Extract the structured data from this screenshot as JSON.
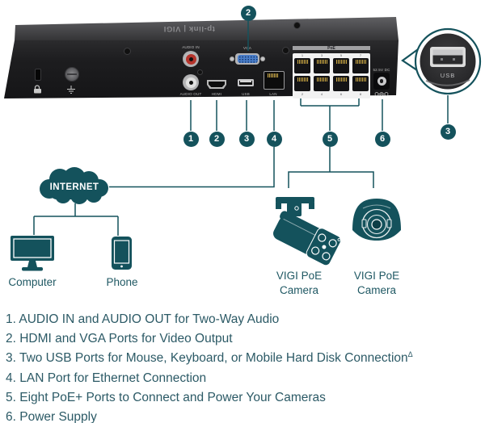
{
  "device": {
    "logo": "tp-link | VIGI",
    "labels": {
      "audio_in": "AUDIO IN",
      "audio_out": "AUDIO OUT",
      "hdmi": "HDMI",
      "vga": "VGA",
      "usb": "USB",
      "lan": "LAN",
      "poe": "PoE",
      "power_spec": "52.5V DC"
    },
    "poe_port_numbers_top": [
      "1",
      "3",
      "5",
      "7"
    ],
    "poe_port_numbers_bottom": [
      "2",
      "4",
      "6",
      "8"
    ]
  },
  "callout": {
    "marker": "3",
    "usb_label": "USB"
  },
  "markers": {
    "vga_top": "2",
    "audio": "1",
    "hdmi": "2",
    "usb": "3",
    "lan": "4",
    "poe": "5",
    "power": "6"
  },
  "network": {
    "internet_label": "INTERNET",
    "computer_label": "Computer",
    "phone_label": "Phone",
    "camera_bullet": {
      "line1": "VIGI PoE",
      "line2": "Camera"
    },
    "camera_dome": {
      "line1": "VIGI PoE",
      "line2": "Camera"
    }
  },
  "legend": [
    {
      "text": "1. AUDIO IN and AUDIO OUT for Two-Way Audio",
      "sup": ""
    },
    {
      "text": "2. HDMI and VGA Ports for Video Output",
      "sup": ""
    },
    {
      "text": "3. Two USB Ports for Mouse, Keyboard, or Mobile Hard Disk Connection",
      "sup": "Δ"
    },
    {
      "text": "4. LAN Port for Ethernet Connection",
      "sup": ""
    },
    {
      "text": "5. Eight PoE+ Ports to Connect and Power Your Cameras",
      "sup": ""
    },
    {
      "text": "6. Power Supply",
      "sup": ""
    }
  ],
  "colors": {
    "teal": "#14525c",
    "legend_text": "#2c5a66",
    "vga_blue": "#4a7ec9"
  }
}
